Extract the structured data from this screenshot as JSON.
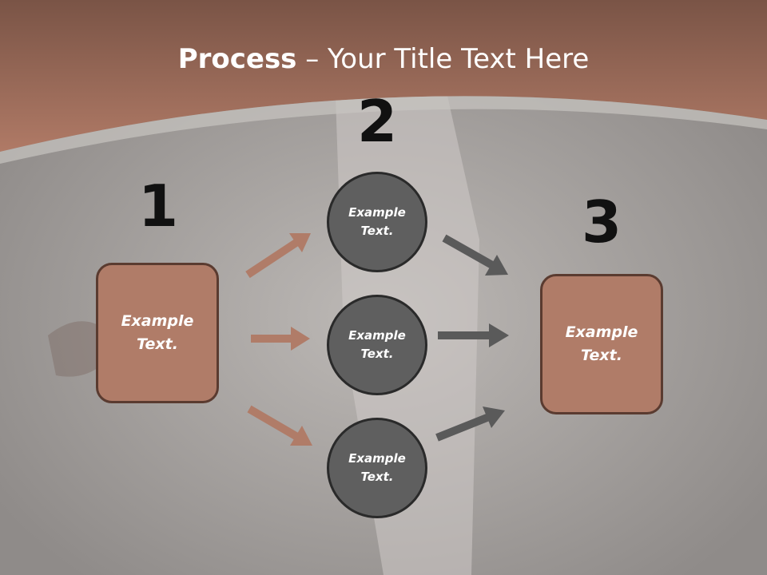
{
  "title": {
    "bold": "Process",
    "rest": " – Your Title Text Here"
  },
  "steps": [
    {
      "number": "1",
      "lines": [
        "Example",
        "Text."
      ]
    },
    {
      "number": "2"
    },
    {
      "number": "3",
      "lines": [
        "Example",
        "Text."
      ]
    }
  ],
  "circles": [
    {
      "lines": [
        "Example",
        "Text."
      ]
    },
    {
      "lines": [
        "Example",
        "Text."
      ]
    },
    {
      "lines": [
        "Example",
        "Text."
      ]
    }
  ],
  "colors": {
    "header": "#a8705e",
    "box_fill": "#b07c68",
    "box_border": "#5a3b30",
    "circle_fill": "#5f5f5f",
    "arrow_in": "#b07c68",
    "arrow_out": "#5a5a5a"
  }
}
